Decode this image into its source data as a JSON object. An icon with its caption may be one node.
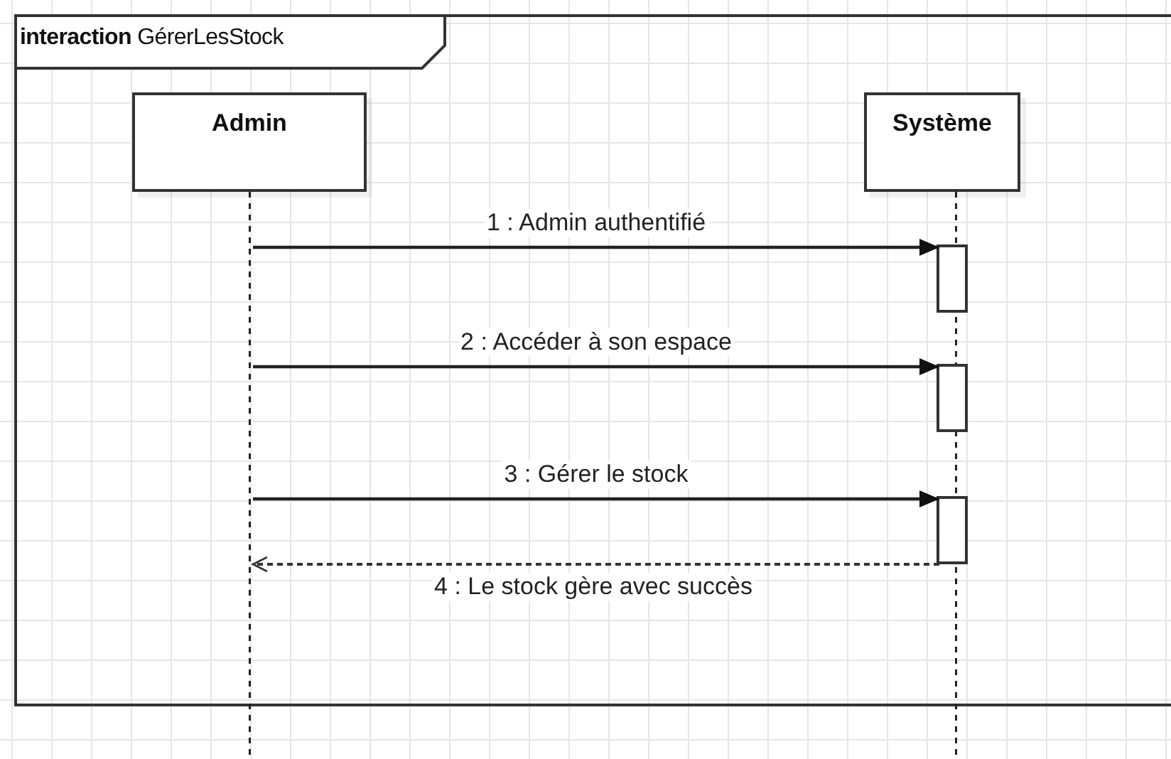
{
  "diagram": {
    "nodes": [
      {
        "text": [
          "**interaction** GérerLesStock"
        ]
      },
      {
        "text": [
          "Admin"
        ],
        "in": 0
      },
      {
        "text": [
          "Système"
        ],
        "in": 0
      },
      {
        "text": [],
        "shape": "bar",
        "in": 2
      },
      {
        "text": [],
        "shape": "bar",
        "in": 2
      },
      {
        "text": [],
        "shape": "bar",
        "in": 2
      }
    ],
    "edges": [
      {
        "from": 1,
        "to": 3,
        "arrow": "to",
        "label": "1 : Admin authentifié"
      },
      {
        "from": 1,
        "to": 4,
        "arrow": "to",
        "label": "2 : Accéder à son espace"
      },
      {
        "from": 1,
        "to": 5,
        "arrow": "to",
        "label": "3 : Gérer le stock"
      },
      {
        "from": 5,
        "to": 1,
        "arrow": "to",
        "label": "4 : Le stock gère avec succès",
        "style": "dashed"
      }
    ]
  }
}
